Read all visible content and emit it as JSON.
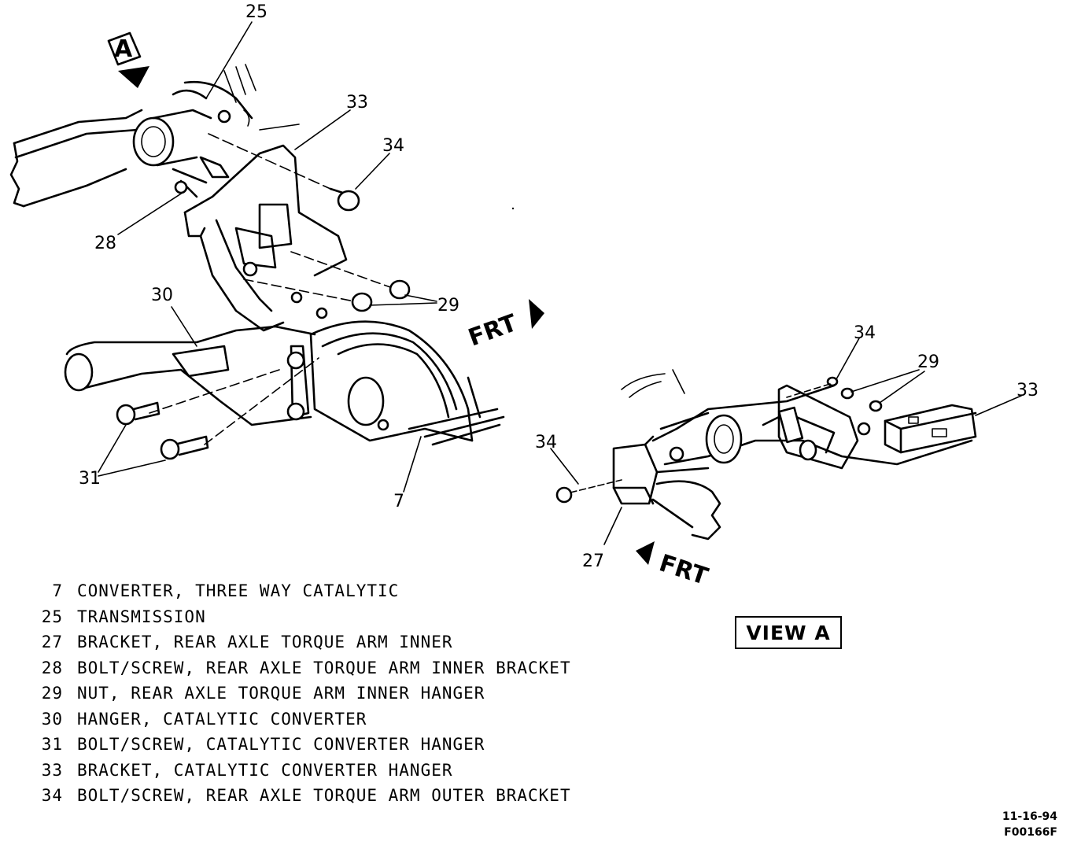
{
  "callouts": {
    "c25": "25",
    "c33": "33",
    "c34": "34",
    "c28": "28",
    "c30": "30",
    "c29": "29",
    "c31": "31",
    "c7": "7",
    "v34a": "34",
    "v29": "29",
    "v33": "33",
    "v34b": "34",
    "v27": "27"
  },
  "arrows": {
    "frt_main": "FRT",
    "frt_view": "FRT",
    "view_flag": "A"
  },
  "legend": [
    {
      "num": "7",
      "text": "CONVERTER, THREE WAY CATALYTIC"
    },
    {
      "num": "25",
      "text": "TRANSMISSION"
    },
    {
      "num": "27",
      "text": "BRACKET, REAR AXLE TORQUE ARM INNER"
    },
    {
      "num": "28",
      "text": "BOLT/SCREW, REAR AXLE TORQUE ARM INNER BRACKET"
    },
    {
      "num": "29",
      "text": "NUT, REAR AXLE TORQUE ARM INNER HANGER"
    },
    {
      "num": "30",
      "text": "HANGER, CATALYTIC CONVERTER"
    },
    {
      "num": "31",
      "text": "BOLT/SCREW, CATALYTIC CONVERTER HANGER"
    },
    {
      "num": "33",
      "text": "BRACKET, CATALYTIC CONVERTER HANGER"
    },
    {
      "num": "34",
      "text": "BOLT/SCREW, REAR AXLE TORQUE ARM OUTER BRACKET"
    }
  ],
  "view_label": "VIEW A",
  "footer": {
    "date": "11-16-94",
    "figure_id": "F00166F"
  }
}
